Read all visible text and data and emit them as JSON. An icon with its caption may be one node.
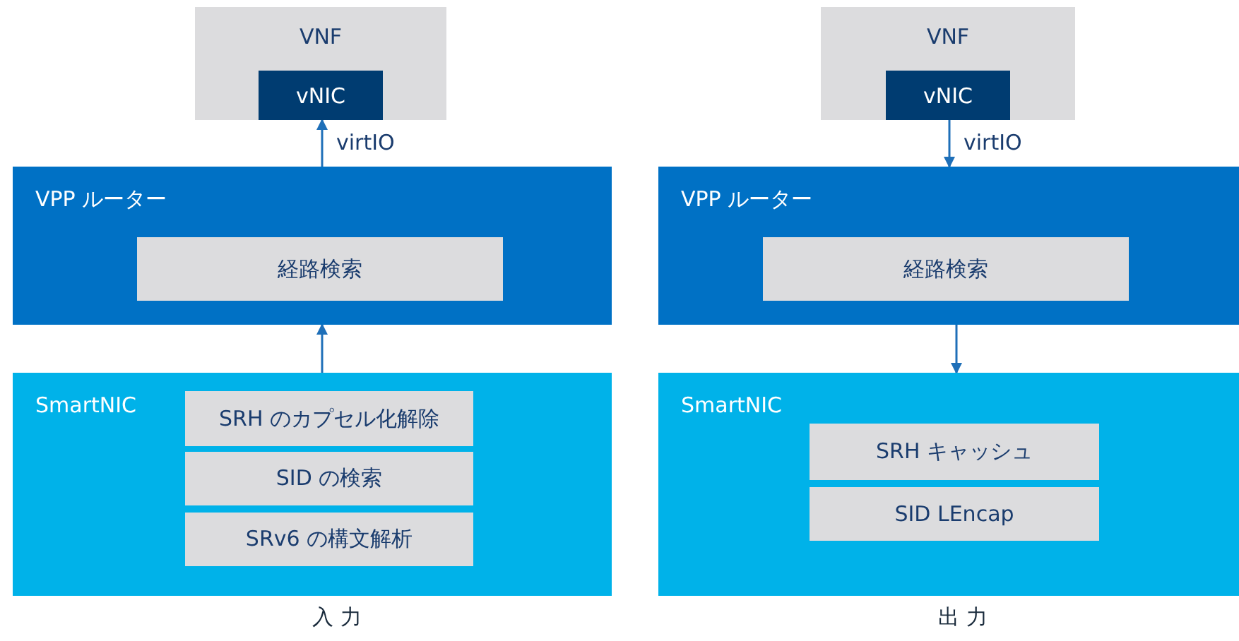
{
  "diagram": {
    "nodes": [
      {
        "text": [
          "VNF"
        ]
      },
      {
        "text": [
          "vNIC"
        ],
        "in": 0
      },
      {
        "text": [
          "VPP ルーター"
        ]
      },
      {
        "text": [
          "経路検索"
        ],
        "in": 2
      },
      {
        "text": [
          "SmartNIC"
        ]
      },
      {
        "text": [
          "SRH のカプセル化解除"
        ],
        "in": 4
      },
      {
        "text": [
          "SID の検索"
        ],
        "in": 4
      },
      {
        "text": [
          "SRv6 の構文解析"
        ],
        "in": 4
      },
      {
        "text": [
          "VNF"
        ]
      },
      {
        "text": [
          "vNIC"
        ],
        "in": 8
      },
      {
        "text": [
          "VPP ルーター"
        ]
      },
      {
        "text": [
          "経路検索"
        ],
        "in": 10
      },
      {
        "text": [
          "SmartNIC"
        ]
      },
      {
        "text": [
          "SRH キャッシュ"
        ],
        "in": 12
      },
      {
        "text": [
          "SID LEncap"
        ],
        "in": 12
      }
    ],
    "edges": [
      {
        "from": 2,
        "to": 1,
        "arrow": "to",
        "label": "virtIO"
      },
      {
        "from": 4,
        "to": 2,
        "arrow": "to"
      },
      {
        "from": 9,
        "to": 10,
        "arrow": "to",
        "label": "virtIO"
      },
      {
        "from": 10,
        "to": 12,
        "arrow": "to"
      }
    ],
    "labels": [
      "入 力",
      "出 力"
    ]
  }
}
